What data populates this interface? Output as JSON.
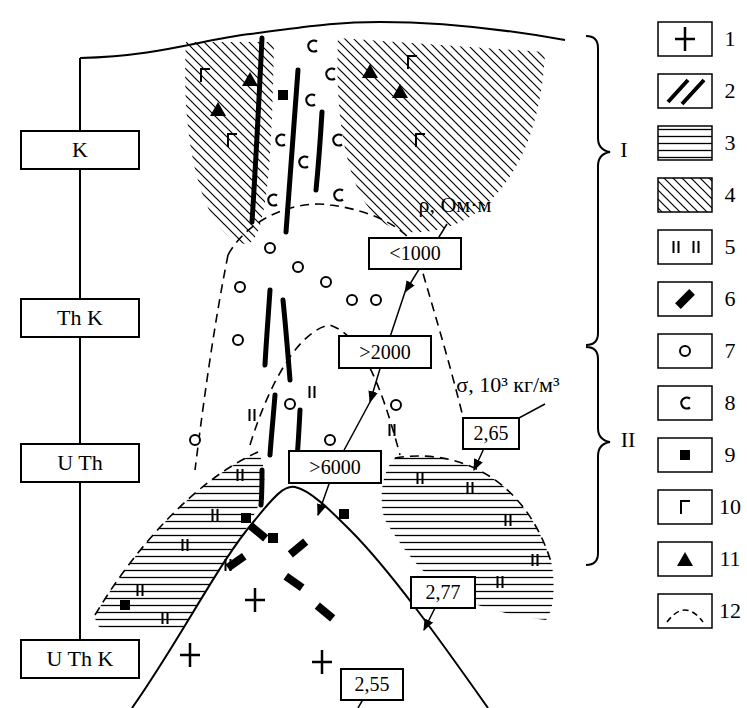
{
  "diagram": {
    "nodes": [
      {
        "text": [
          "K"
        ]
      },
      {
        "text": [
          "Th K"
        ]
      },
      {
        "text": [
          "U Th"
        ]
      },
      {
        "text": [
          "U Th K"
        ]
      },
      {
        "text": [
          "<1000"
        ]
      },
      {
        "text": [
          ">2000"
        ]
      },
      {
        "text": [
          ">6000"
        ]
      },
      {
        "text": [
          "2,65"
        ]
      },
      {
        "text": [
          "2,77"
        ]
      },
      {
        "text": [
          "2,55"
        ]
      }
    ],
    "edges": [
      {
        "from": 0,
        "to": 1,
        "arrow": "none"
      },
      {
        "from": 1,
        "to": 2,
        "arrow": "none"
      },
      {
        "from": 2,
        "to": 3,
        "arrow": "none"
      }
    ],
    "labels": [
      "ρ, Ом·м",
      "σ, 10³ кг/м³",
      "I",
      "II"
    ],
    "legend": [
      {
        "text": "1"
      },
      {
        "text": "2"
      },
      {
        "text": "3"
      },
      {
        "text": "4"
      },
      {
        "text": "5"
      },
      {
        "text": "6"
      },
      {
        "text": "7"
      },
      {
        "text": "8"
      },
      {
        "text": "9"
      },
      {
        "text": "10"
      },
      {
        "text": "11"
      },
      {
        "text": "12"
      }
    ]
  }
}
